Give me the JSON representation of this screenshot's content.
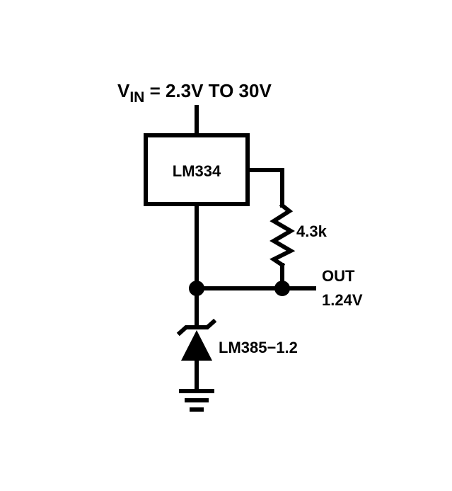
{
  "supply": {
    "symbol": "V",
    "subscript": "IN",
    "range_text": " = 2.3V TO 30V"
  },
  "regulator": {
    "label": "LM334"
  },
  "resistor": {
    "label": "4.3k"
  },
  "output": {
    "label": "OUT",
    "voltage": "1.24V"
  },
  "reference_diode": {
    "label": "LM385−1.2"
  },
  "colors": {
    "ink": "#000000",
    "background": "#ffffff"
  },
  "icons": {
    "ground": "ground-symbol-icon",
    "zener": "zener-diode-icon",
    "resistor": "zigzag-resistor-icon"
  }
}
